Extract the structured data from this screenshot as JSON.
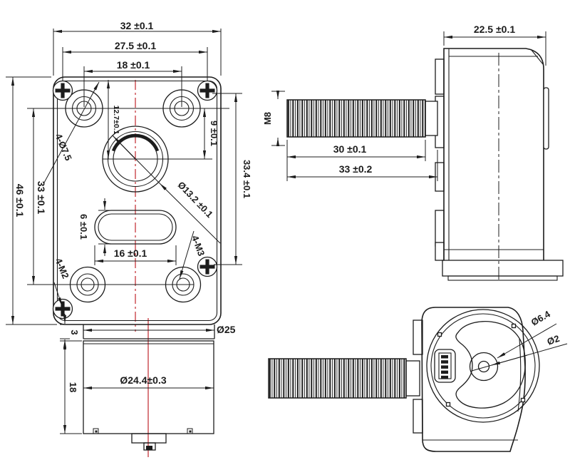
{
  "drawing": {
    "front": {
      "overall_width": "32 ±0.1",
      "screw_spacing_width": "27.5 ±0.1",
      "hole_spacing_width": "18 ±0.1",
      "overall_height": "46 ±0.1",
      "hole_spacing_height": "33 ±0.1",
      "center_offset_top": "12.7±0.1",
      "hole_to_axis": "9 ±0.1",
      "screw_spacing_height": "33.4 ±0.1",
      "slot_height": "6 ±0.1",
      "slot_length": "16 ±0.1",
      "center_bore": "Ø13.2 ±0.1",
      "mount_holes": "4-Ø7.5",
      "case_screws": "4-M2",
      "mount_threads": "4-M3",
      "flange_diameter": "Ø25",
      "flange_thickness": "3",
      "motor_diameter": "Ø24.4±0.3",
      "motor_length": "18"
    },
    "side": {
      "body_depth": "22.5 ±0.1",
      "thread_spec": "M8",
      "thread_length": "30 ±0.1",
      "shaft_length": "33 ±0.2"
    },
    "back": {
      "boss_diameter": "Ø6.4",
      "pilot_diameter": "Ø2"
    },
    "colors": {
      "line": "#1c1c1c",
      "centerline_red": "#c0272d",
      "background": "#ffffff"
    }
  }
}
